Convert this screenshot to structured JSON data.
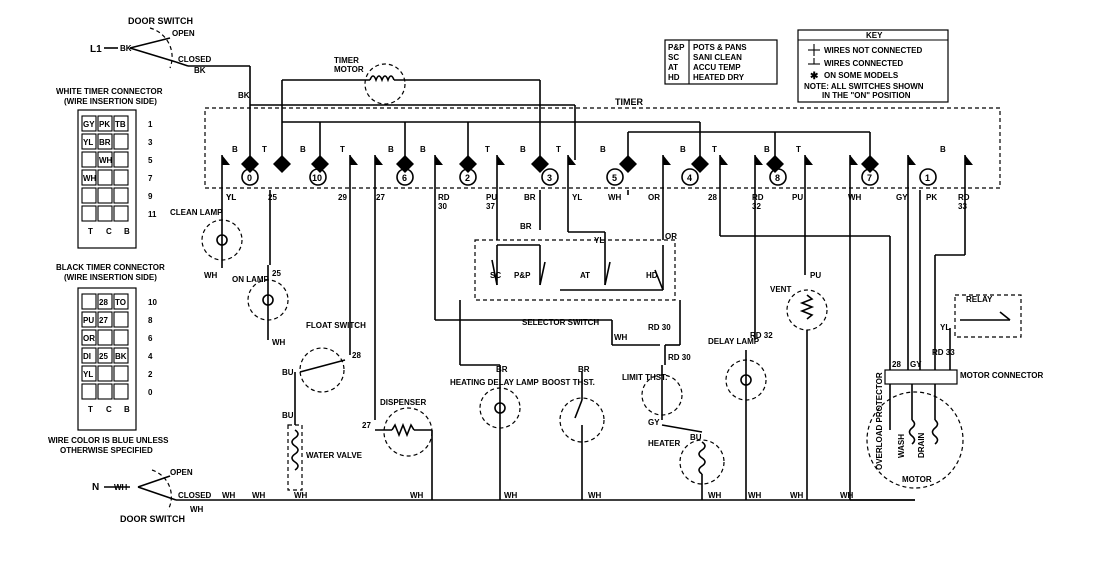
{
  "diagram": {
    "door_switch_top": {
      "label": "DOOR SWITCH",
      "open": "OPEN",
      "closed": "CLOSED",
      "line": "L1",
      "wire_in": "BK",
      "wire_out": "BK"
    },
    "door_switch_bottom": {
      "label": "DOOR SWITCH",
      "open": "OPEN",
      "closed": "CLOSED",
      "line": "N",
      "wire_in": "WH",
      "wire_out": "WH"
    },
    "white_connector": {
      "title_1": "WHITE TIMER CONNECTOR",
      "title_2": "(WIRE INSERTION SIDE)",
      "cells": [
        "GY",
        "PK",
        "TB",
        "YL",
        "BR",
        "",
        "",
        "WH",
        "",
        "WH",
        "",
        "",
        "",
        "",
        ""
      ],
      "rows": [
        "1",
        "3",
        "5",
        "7",
        "9",
        "11"
      ],
      "bottom": [
        "T",
        "C",
        "B"
      ]
    },
    "black_connector": {
      "title_1": "BLACK TIMER CONNECTOR",
      "title_2": "(WIRE INSERTION SIDE)",
      "cells": [
        "",
        "28",
        "TO",
        "PU",
        "27",
        "",
        "OR",
        "",
        "",
        "DI",
        "25",
        "BK",
        "YL"
      ],
      "rows": [
        "10",
        "8",
        "6",
        "4",
        "2",
        "0"
      ],
      "bottom": [
        "T",
        "C",
        "B"
      ]
    },
    "wire_note_1": "WIRE COLOR IS BLUE UNLESS",
    "wire_note_2": "OTHERWISE SPECIFIED",
    "legend": [
      {
        "code": "P&P",
        "text": "POTS & PANS"
      },
      {
        "code": "SC",
        "text": "SANI CLEAN"
      },
      {
        "code": "AT",
        "text": "ACCU TEMP"
      },
      {
        "code": "HD",
        "text": "HEATED DRY"
      }
    ],
    "key": {
      "title": "KEY",
      "items": [
        "WIRES NOT CONNECTED",
        "WIRES CONNECTED",
        "ON SOME MODELS"
      ],
      "note_1": "NOTE: ALL SWITCHES SHOWN",
      "note_2": "IN THE \"ON\" POSITION"
    },
    "timer": {
      "label": "TIMER",
      "motor_label_1": "TIMER",
      "motor_label_2": "MOTOR",
      "numbers": [
        "0",
        "10",
        "6",
        "2",
        "3",
        "5",
        "4",
        "8",
        "7",
        "1"
      ],
      "contacts": [
        "B",
        "T",
        "B",
        "T",
        "B",
        "B",
        "T",
        "B",
        "T",
        "B",
        "B",
        "T",
        "B",
        "T",
        "B"
      ],
      "wires": [
        "YL",
        "25",
        "29",
        "27",
        "RD 30",
        "PU 37",
        "BR",
        "YL",
        "WH",
        "OR",
        "28",
        "RD 32",
        "PU",
        "WH",
        "GY",
        "PK",
        "RD 33"
      ],
      "bk": "BK"
    },
    "components": {
      "clean_lamp": "CLEAN LAMP",
      "on_lamp": "ON LAMP",
      "float_switch": "FLOAT SWITCH",
      "water_valve": "WATER VALVE",
      "dispenser": "DISPENSER",
      "selector_switch": "SELECTOR SWITCH",
      "heating_delay_lamp": "HEATING DELAY LAMP",
      "boost_thst": "BOOST THST.",
      "limit_thst": "LIMIT THST.",
      "heater": "HEATER",
      "delay_lamp": "DELAY LAMP",
      "vent": "VENT",
      "relay": "RELAY",
      "motor_connector": "MOTOR CONNECTOR",
      "motor": "MOTOR",
      "overload_protector": "OVERLOAD PROTECTOR",
      "wash": "WASH",
      "drain": "DRAIN"
    },
    "selector_labels": [
      "SC",
      "P&P",
      "AT",
      "HD"
    ],
    "selector_wires": [
      "BR",
      "YL",
      "OR",
      "WH",
      "RD 30"
    ],
    "wire_labels": {
      "yl": "YL",
      "wh": "WH",
      "bu": "BU",
      "bk": "BK",
      "br": "BR",
      "or": "OR",
      "pu": "PU",
      "gy": "GY",
      "n25": "25",
      "n28": "28",
      "n27": "27",
      "rd30": "RD 30",
      "rd32": "RD 32",
      "rd33": "RD 33"
    }
  }
}
